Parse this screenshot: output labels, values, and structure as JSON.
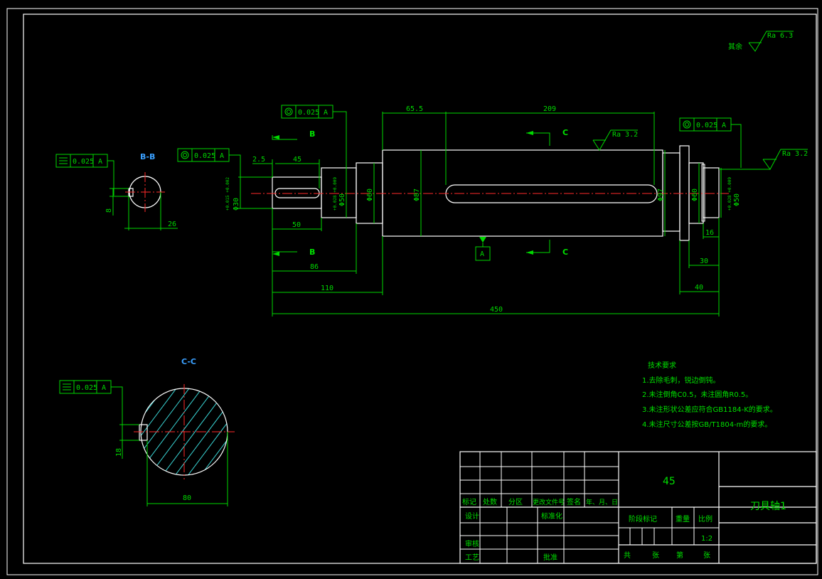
{
  "roughness": {
    "prefix": "其余",
    "other": "Ra 6.3",
    "top": "Ra 3.2",
    "right": "Ra 3.2"
  },
  "tolerance": {
    "value": "0.025",
    "datum": "A"
  },
  "sections": {
    "bb": "B-B",
    "cc": "C-C",
    "b": "B",
    "c": "C",
    "datum": "A"
  },
  "dims": {
    "d65": "65.5",
    "d209": "209",
    "d2_5": "2.5",
    "d45": "45",
    "d50": "50",
    "d86": "86",
    "d110": "110",
    "d450": "450",
    "d16": "16",
    "d30": "30",
    "d40": "40",
    "dia30": "Φ30",
    "dia50l": "Φ50",
    "dia60l": "Φ60",
    "dia87": "Φ87",
    "dia97": "Φ97",
    "dia60r": "Φ60",
    "dia50r": "Φ50",
    "tol30": "+0.015 +0.002",
    "tol50": "+0.028 +0.009",
    "bb8": "8",
    "bb26": "26",
    "cc18": "18",
    "cc80": "80"
  },
  "notes": {
    "title": "技术要求",
    "items": [
      "1.去除毛刺，锐边倒钝。",
      "2.未注倒角C0.5，未注圆角R0.5。",
      "3.未注形状公差应符合GB1184-K的要求。",
      "4.未注尺寸公差按GB/T1804-m的要求。"
    ]
  },
  "titleblock": {
    "material": "45",
    "part_name": "刀具轴1",
    "headers": [
      "标记",
      "处数",
      "分区",
      "更改文件号",
      "签名",
      "年、月、日"
    ],
    "design": "设计",
    "standard": "标准化",
    "review": "审核",
    "process": "工艺",
    "approve": "批准",
    "stage": "阶段标记",
    "weight": "重量",
    "scale": "比例",
    "scale_val": "1:2",
    "sheet_total": "共",
    "sheet_zhang1": "张",
    "sheet_num": "第",
    "sheet_zhang2": "张"
  }
}
